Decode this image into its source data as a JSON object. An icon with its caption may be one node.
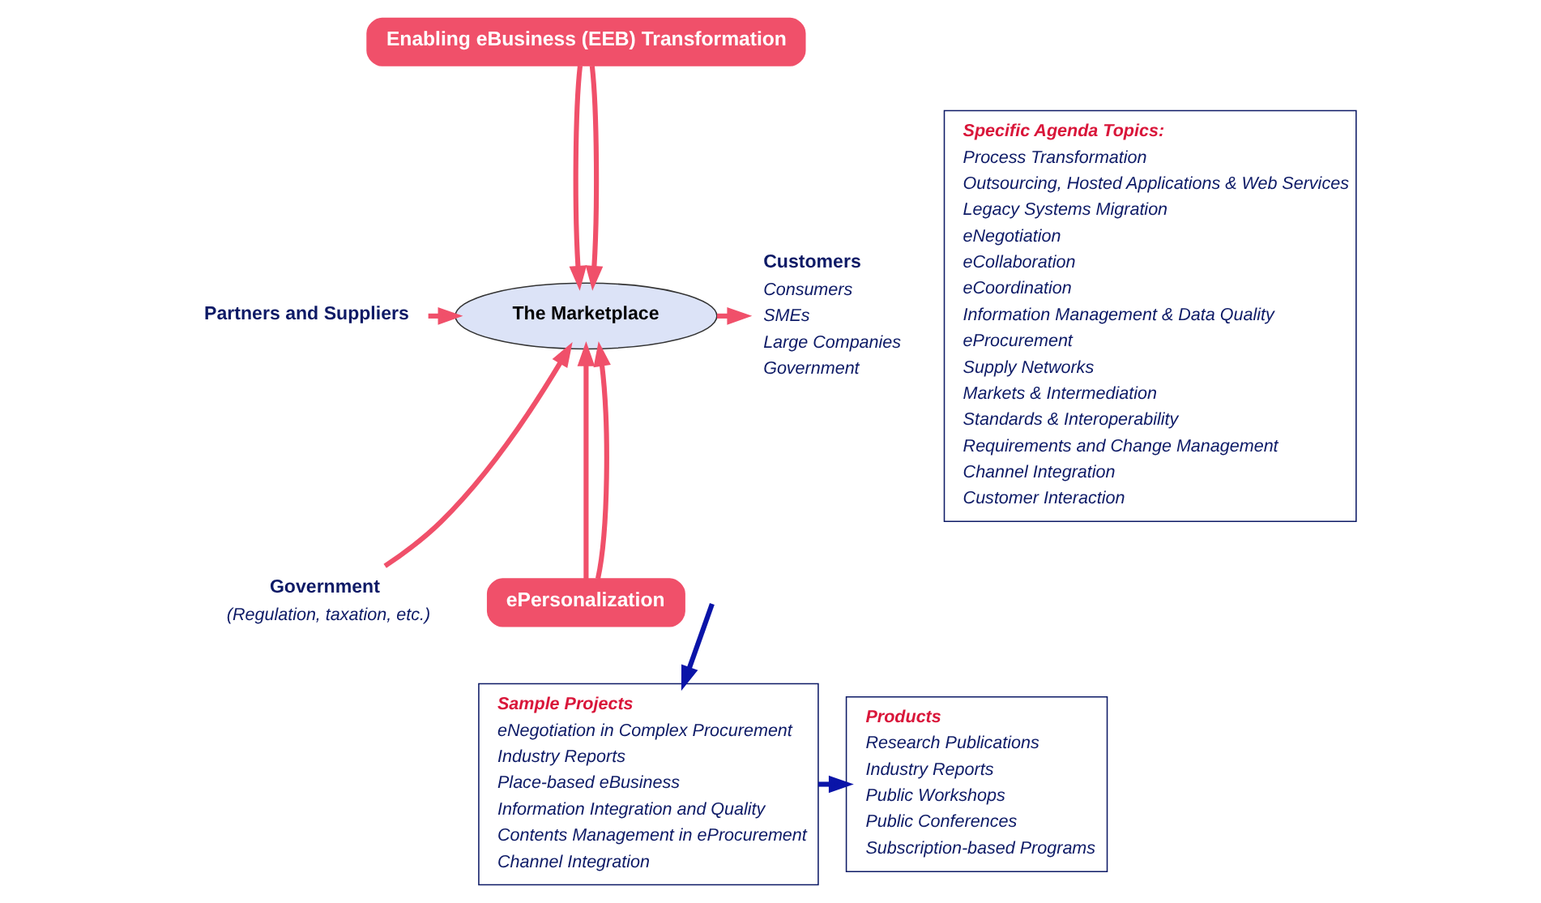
{
  "diagram": {
    "nodes": [
      {
        "text": [
          "Enabling eBusiness (EEB) Transformation"
        ]
      },
      {
        "text": [
          "The Marketplace"
        ]
      },
      {
        "text": [
          "Partners and Suppliers"
        ]
      },
      {
        "text": [
          "Government",
          "(Regulation, taxation, etc.)"
        ]
      },
      {
        "text": [
          "Customers",
          "Consumers",
          "SMEs",
          "Large Companies",
          "Government"
        ]
      },
      {
        "text": [
          "ePersonalization"
        ]
      },
      {
        "text": [
          "Specific Agenda Topics:",
          "Process Transformation",
          "Outsourcing, Hosted Applications & Web Services",
          "Legacy Systems Migration",
          "eNegotiation",
          "eCollaboration",
          "eCoordination",
          "Information Management & Data Quality",
          "eProcurement",
          "Supply Networks",
          "Markets & Intermediation",
          "Standards & Interoperability",
          "Requirements and Change Management",
          "Channel Integration",
          "Customer Interaction"
        ]
      },
      {
        "text": [
          "Sample Projects",
          "eNegotiation in Complex Procurement",
          "Industry Reports",
          "Place-based eBusiness",
          "Information Integration and Quality",
          "Contents Management in eProcurement",
          "Channel Integration"
        ]
      },
      {
        "text": [
          "Products",
          "Research Publications",
          "Industry Reports",
          "Public Workshops",
          "Public Conferences",
          "Subscription-based Programs"
        ]
      }
    ],
    "edges": [
      {
        "from": 0,
        "to": 1,
        "arrow": "to"
      },
      {
        "from": 0,
        "to": 1,
        "arrow": "to"
      },
      {
        "from": 2,
        "to": 1,
        "arrow": "to"
      },
      {
        "from": 3,
        "to": 1,
        "arrow": "to"
      },
      {
        "from": 1,
        "to": 4,
        "arrow": "to"
      },
      {
        "from": 5,
        "to": 1,
        "arrow": "to"
      },
      {
        "from": 5,
        "to": 1,
        "arrow": "to"
      },
      {
        "from": null,
        "to": 7,
        "arrow": "to",
        "color": "#0a14a8"
      },
      {
        "from": 7,
        "to": 8,
        "arrow": "to",
        "color": "#0a14a8"
      }
    ]
  }
}
